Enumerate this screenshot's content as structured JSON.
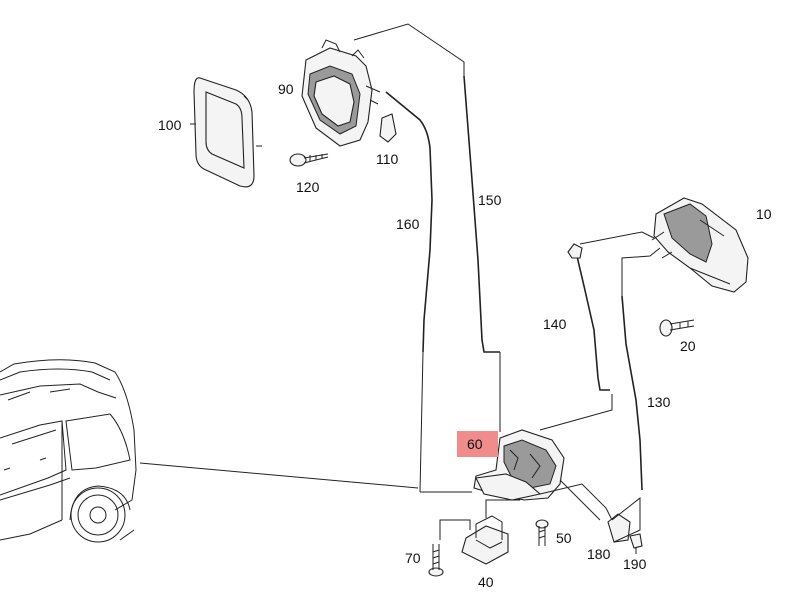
{
  "diagram": {
    "callouts": [
      {
        "id": "c100",
        "label": "100"
      },
      {
        "id": "c90",
        "label": "90"
      },
      {
        "id": "c110",
        "label": "110"
      },
      {
        "id": "c120",
        "label": "120"
      },
      {
        "id": "c160",
        "label": "160"
      },
      {
        "id": "c150",
        "label": "150"
      },
      {
        "id": "c10",
        "label": "10"
      },
      {
        "id": "c140",
        "label": "140"
      },
      {
        "id": "c20",
        "label": "20"
      },
      {
        "id": "c130",
        "label": "130"
      },
      {
        "id": "c60",
        "label": "60"
      },
      {
        "id": "c70",
        "label": "70"
      },
      {
        "id": "c50",
        "label": "50"
      },
      {
        "id": "c180",
        "label": "180"
      },
      {
        "id": "c190",
        "label": "190"
      },
      {
        "id": "c40",
        "label": "40"
      }
    ],
    "highlight_color": "#f08c8c",
    "highlighted_callout": "60"
  }
}
